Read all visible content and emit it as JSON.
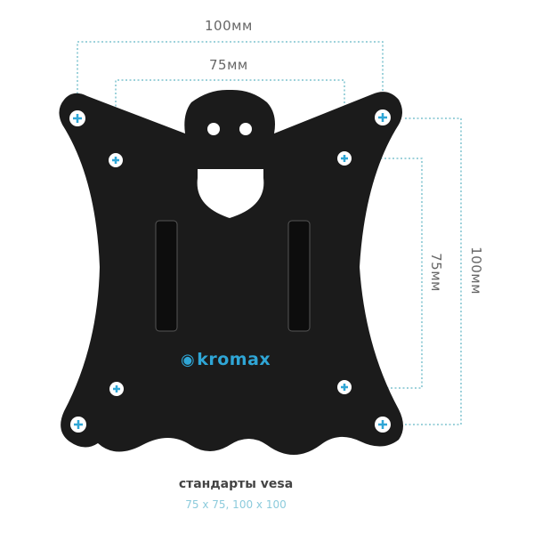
{
  "dimensions": {
    "outer_width": "100мм",
    "inner_width": "75мм",
    "outer_height": "100мм",
    "inner_height": "75мм"
  },
  "brand": "kromax",
  "caption": {
    "title": "стандарты vesa",
    "sizes": "75 x 75, 100 x 100"
  },
  "colors": {
    "dimension_lines": "#7fc4cf",
    "plate": "#1b1b1b",
    "logo": "#2fa6d6"
  }
}
